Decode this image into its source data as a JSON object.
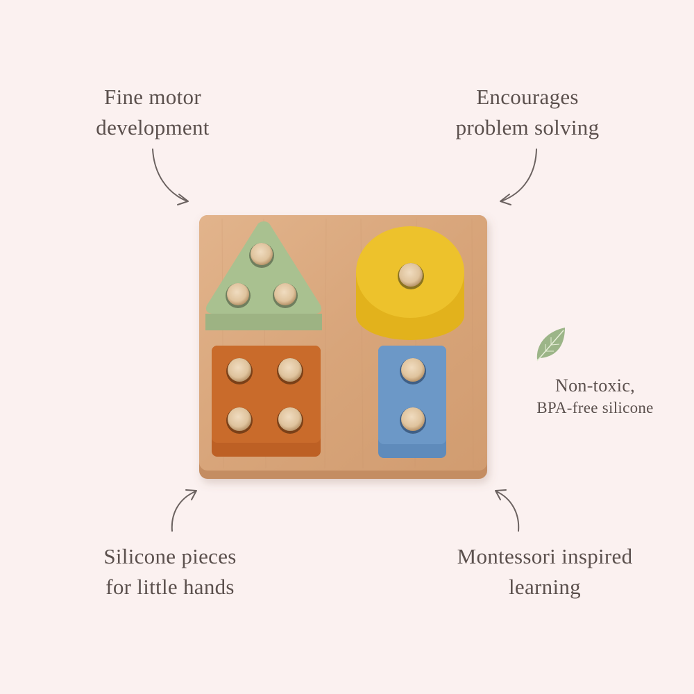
{
  "background_color": "#fbf1f0",
  "captions": {
    "top_left": {
      "line1": "Fine motor",
      "line2": "development"
    },
    "top_right": {
      "line1": "Encourages",
      "line2": "problem solving"
    },
    "right": {
      "line1": "Non-toxic,",
      "line2": "BPA-free silicone",
      "icon": "leaf-icon"
    },
    "bottom_left": {
      "line1": "Silicone pieces",
      "line2": "for little hands"
    },
    "bottom_right": {
      "line1": "Montessori inspired",
      "line2": "learning"
    }
  },
  "product": {
    "board_color": "#d9a77c",
    "pieces": [
      {
        "shape": "triangle",
        "color": "#a8c08f",
        "pegs": 3
      },
      {
        "shape": "circle",
        "color": "#e9bd27",
        "pegs": 1
      },
      {
        "shape": "square",
        "color": "#c96a2a",
        "pegs": 4
      },
      {
        "shape": "rectangle",
        "color": "#6b97c6",
        "pegs": 2
      }
    ]
  }
}
